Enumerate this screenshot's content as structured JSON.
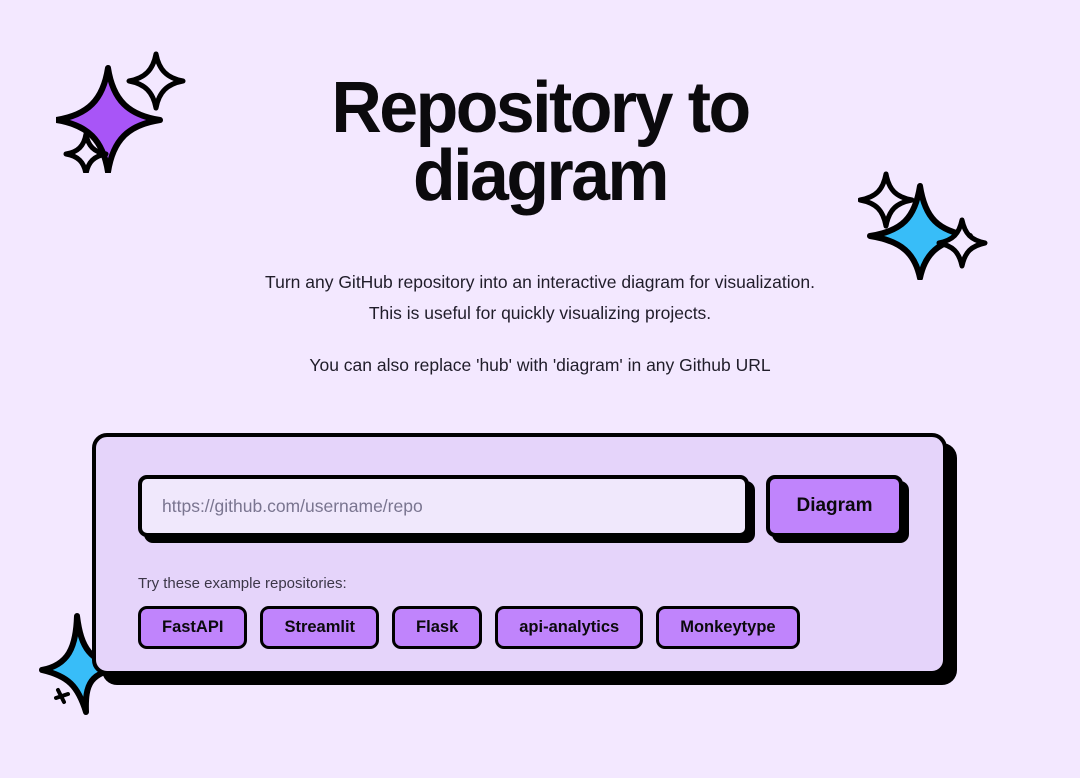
{
  "page": {
    "background_color": "#f3e8ff",
    "title": "Repository to diagram"
  },
  "hero": {
    "title": "Repository to diagram",
    "subtitle_line_1": "Turn any GitHub repository into an interactive diagram for visualization.",
    "subtitle_line_2": "This is useful for quickly visualizing projects.",
    "subtitle_note": "You can also replace 'hub' with 'diagram' in any Github URL"
  },
  "form": {
    "input_placeholder": "https://github.com/username/repo",
    "input_value": "",
    "submit_label": "Diagram",
    "examples_label": "Try these example repositories:",
    "examples": [
      {
        "label": "FastAPI"
      },
      {
        "label": "Streamlit"
      },
      {
        "label": "Flask"
      },
      {
        "label": "api-analytics"
      },
      {
        "label": "Monkeytype"
      }
    ]
  },
  "decoration": {
    "sparkle_top_left": "sparkle-purple-icon",
    "sparkle_top_right": "sparkle-cyan-icon",
    "sparkle_bottom_left": "sparkle-cyan-star-icon"
  },
  "colors": {
    "page_background": "#f3e8ff",
    "card_background": "#e5d4fa",
    "accent_purple": "#c084fc",
    "accent_cyan": "#38bdf8",
    "input_background": "#f0e8fc",
    "outline": "#000000"
  }
}
